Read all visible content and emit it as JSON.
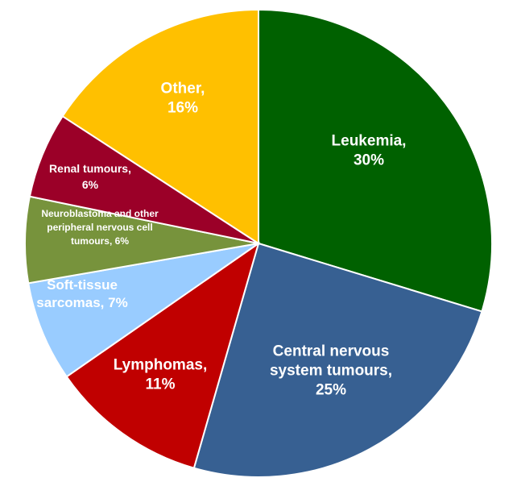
{
  "chart_data": {
    "type": "pie",
    "title": "",
    "legend": "none",
    "slices": [
      {
        "label": [
          "Leukemia,",
          "30%"
        ],
        "value": 30,
        "color": "#006100"
      },
      {
        "label": [
          "Central nervous",
          "system tumours,",
          "25%"
        ],
        "value": 25,
        "color": "#376092"
      },
      {
        "label": [
          "Lymphomas,",
          "11%"
        ],
        "value": 11,
        "color": "#C00000"
      },
      {
        "label": [
          "Soft-tissue",
          "sarcomas, 7%"
        ],
        "value": 7,
        "color": "#99CCFF"
      },
      {
        "label": [
          "Neuroblastoma and other",
          "peripheral nervous cell",
          "tumours, 6%"
        ],
        "value": 6,
        "color": "#77933C"
      },
      {
        "label": [
          "Renal tumours,",
          "6%"
        ],
        "value": 6,
        "color": "#9B0028"
      },
      {
        "label": [
          "Other,",
          "16%"
        ],
        "value": 16,
        "color": "#FFC000"
      }
    ]
  }
}
